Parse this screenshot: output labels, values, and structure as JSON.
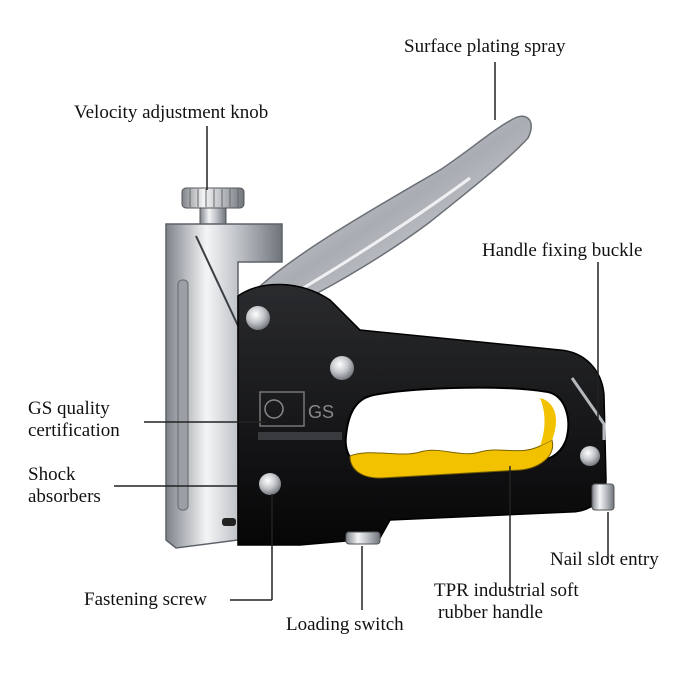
{
  "diagram": {
    "labels": {
      "surface_plating": "Surface plating spray",
      "velocity_knob": "Velocity adjustment knob",
      "handle_buckle": "Handle fixing buckle",
      "gs_line1": "GS quality",
      "gs_line2": "certification",
      "shock_line1": "Shock",
      "shock_line2": "absorbers",
      "nail_slot": "Nail slot entry",
      "fastening_screw": "Fastening screw",
      "tpr_line1": "TPR industrial soft",
      "tpr_line2": "rubber handle",
      "loading_switch": "Loading switch"
    },
    "colors": {
      "chrome": "#c9ccd0",
      "chrome_dark": "#8d9198",
      "body_black": "#111214",
      "grip_yellow": "#f2c200",
      "leader_line": "#222222"
    }
  }
}
